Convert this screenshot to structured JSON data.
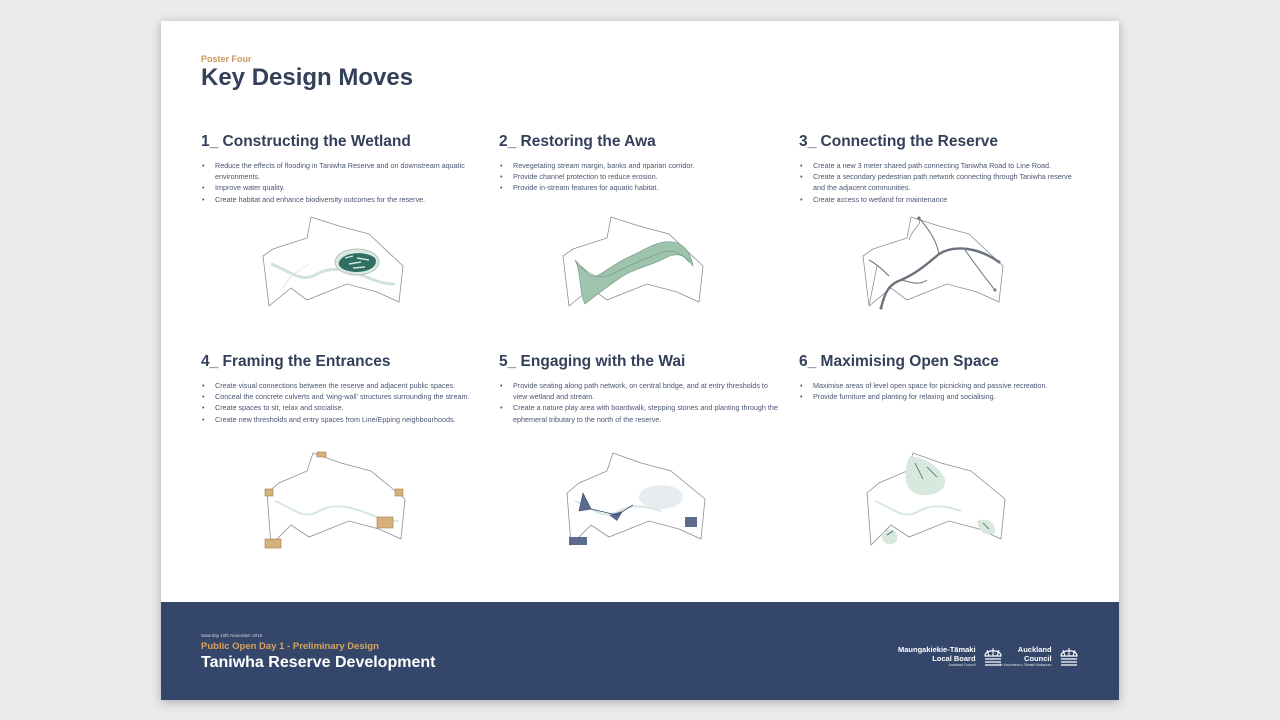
{
  "poster": {
    "eyebrow": "Poster Four",
    "title": "Key Design Moves"
  },
  "moves": [
    {
      "heading": "1_ Constructing the Wetland",
      "bullets": [
        "Reduce the effects of flooding in Taniwha Reserve and on downstream aquatic environments.",
        "Improve water quality.",
        "Create habitat and enhance biodiversity outcomes for the reserve."
      ]
    },
    {
      "heading": "2_ Restoring the Awa",
      "bullets": [
        "Revegetating stream margin, banks and riparian corridor.",
        "Provide channel protection to reduce erosion.",
        "Provide in-stream features for aquatic habitat."
      ]
    },
    {
      "heading": "3_ Connecting the Reserve",
      "bullets": [
        "Create a new 3 meter shared path connecting Taniwha Road to Line Road.",
        "Create a secondary pedestrian path network connecting through Taniwha reserve and the adjacent communities.",
        "Create access to wetland for maintenance"
      ]
    },
    {
      "heading": "4_ Framing the Entrances",
      "bullets": [
        "Create visual connections between the reserve and adjacent public spaces.",
        "Conceal the concrete culverts and 'wing-wall' structures surrounding the stream.",
        "Create spaces to sit, relax and socialise.",
        "Create new thresholds and entry spaces from Line/Epping neighbourhoods."
      ]
    },
    {
      "heading": "5_ Engaging with the Wai",
      "bullets": [
        "Provide seating along path network, on central bridge, and at entry thresholds to view wetland and stream.",
        "Create a nature play area with boardwalk, stepping stones and planting through the ephemeral tributary to the north of the reserve."
      ]
    },
    {
      "heading": "6_ Maximising Open Space",
      "bullets": [
        "Maximise areas of level open space for picnicking and passive recreation.",
        "Provide furniture and planting for relaxing and socialising."
      ]
    }
  ],
  "footer": {
    "date": "Saturday 10th November 2018",
    "subtitle": "Public Open Day 1 - Preliminary Design",
    "title": "Taniwha Reserve Development"
  },
  "logos": {
    "local_board_line1": "Maungakiekie-Tāmaki",
    "local_board_line2": "Local Board",
    "local_board_small": "Auckland Council",
    "council_line1": "Auckland",
    "council_line2": "Council",
    "council_small": "Te Kaunihera o Tāmaki Makaurau"
  },
  "colors": {
    "navy": "#34405a",
    "footer": "#34476a",
    "accent": "#c9965c",
    "green": "#9fc4ad",
    "tan": "#d8b07a"
  }
}
